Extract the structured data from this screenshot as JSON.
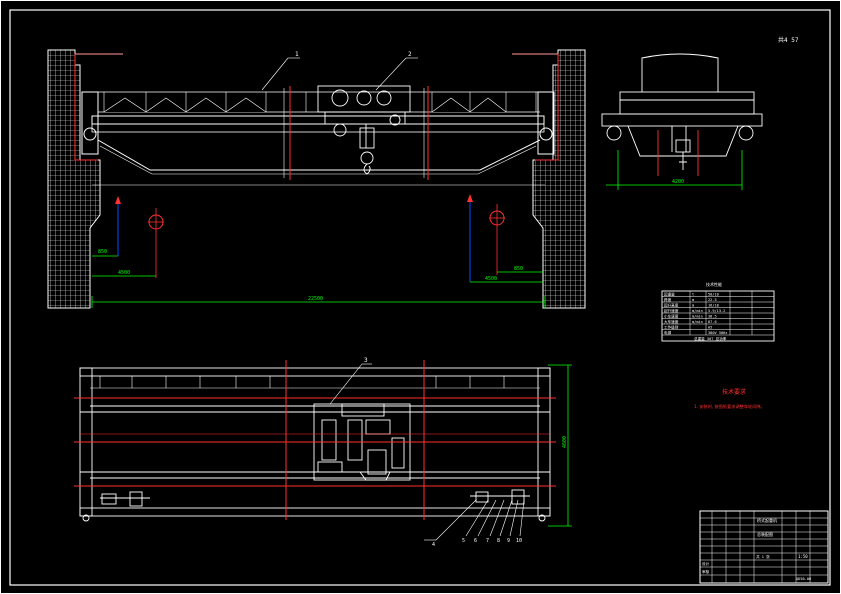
{
  "sheet": {
    "corner_note": "共4 57",
    "background": "#000000",
    "line_color": "#ffffff",
    "dimension_color": "#00ff00",
    "center_color": "#ff3030",
    "accent_color": "#0050ff"
  },
  "callouts": {
    "front": [
      "1",
      "2"
    ],
    "plan_top": "3",
    "plan_bottom": [
      "4",
      "5",
      "6",
      "7",
      "8",
      "9",
      "10"
    ]
  },
  "dimensions": {
    "span": "22500",
    "left_hook": "4500",
    "left_small": "850",
    "right_hook": "4500",
    "right_small": "850",
    "side_base": "4200",
    "plan_height": "4600"
  },
  "spec_table": {
    "caption": "技术性能",
    "rows": [
      [
        "起重量",
        "t",
        "50/10"
      ],
      [
        "跨度",
        "m",
        "22.5"
      ],
      [
        "起升高度",
        "m",
        "16/18"
      ],
      [
        "起升速度",
        "m/min",
        "5.9/13.2"
      ],
      [
        "小车速度",
        "m/min",
        "38.5"
      ],
      [
        "大车速度",
        "m/min",
        "87.6"
      ],
      [
        "工作级别",
        "",
        "A5"
      ],
      [
        "电源",
        "",
        "380V 50Hz"
      ]
    ],
    "footer": "总重量 50T 总功率"
  },
  "notes": {
    "title": "技术要求",
    "line1": "1. 安装时, 按图纸要求调整车轮间隙。"
  },
  "title_block": {
    "title": "桥式起重机",
    "subtitle": "总装配图",
    "scale": "1:50",
    "sheet_no": "共 1 张",
    "drawing_no": "QD50-00",
    "designer": "设计",
    "checker": "审核"
  }
}
